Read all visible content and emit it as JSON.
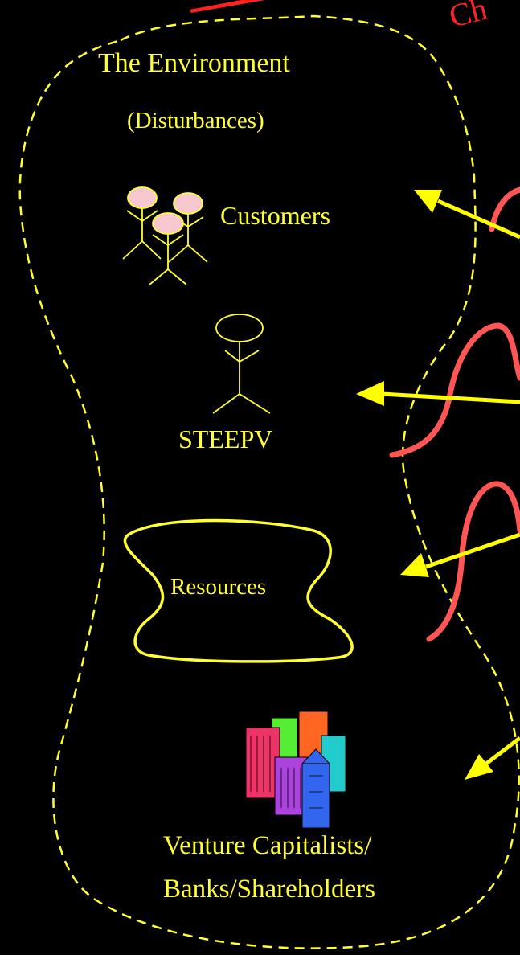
{
  "environment": {
    "title": "The Environment",
    "subtitle": "(Disturbances)"
  },
  "entities": {
    "customers": "Customers",
    "steepv": "STEEPV",
    "resources": "Resources",
    "financiers_line1": "Venture Capitalists/",
    "financiers_line2": "Banks/Shareholders"
  },
  "corner_text": "Ch",
  "colors": {
    "label": "#ffff33",
    "arrows": "#ffff00",
    "waves": "#ff5555",
    "head_fill": "#f8c8d0",
    "background": "#000000"
  }
}
